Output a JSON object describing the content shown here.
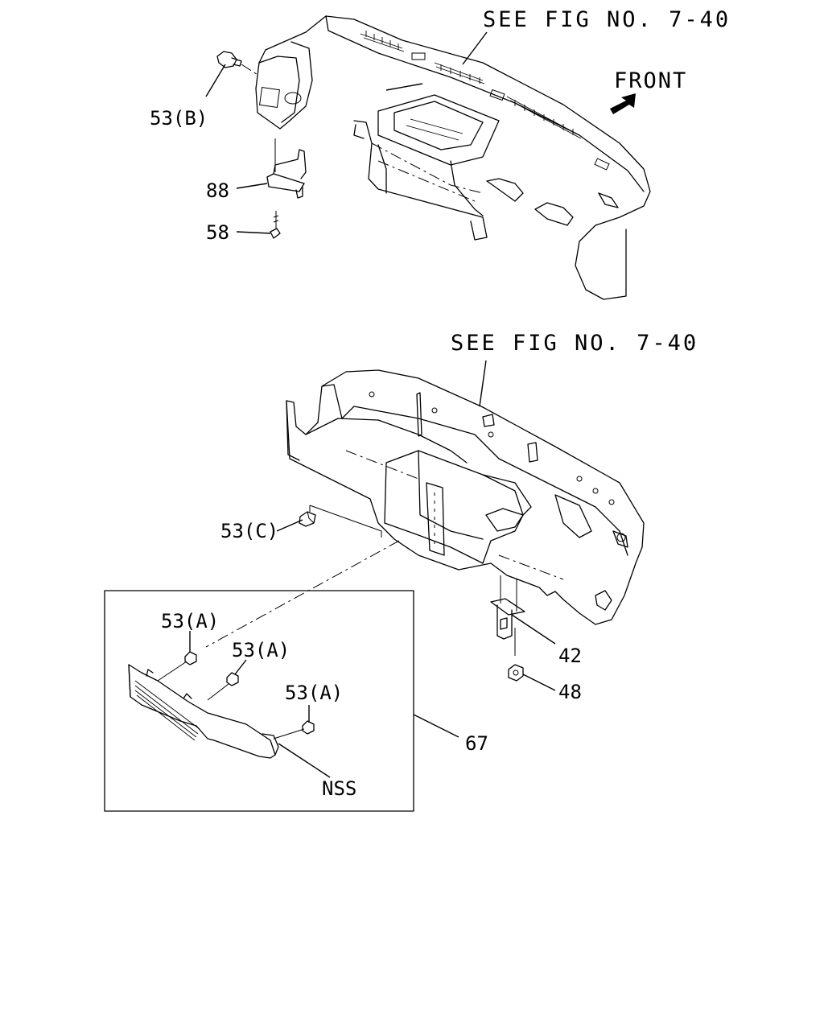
{
  "reference_upper": "SEE FIG NO. 7-40",
  "reference_lower": "SEE FIG NO. 7-40",
  "direction_label": "FRONT",
  "callouts": {
    "c53b": "53(B)",
    "c88": "88",
    "c58": "58",
    "c53c": "53(C)",
    "c53a_1": "53(A)",
    "c53a_2": "53(A)",
    "c53a_3": "53(A)",
    "c42": "42",
    "c48": "48",
    "c67": "67",
    "cnss": "NSS"
  }
}
